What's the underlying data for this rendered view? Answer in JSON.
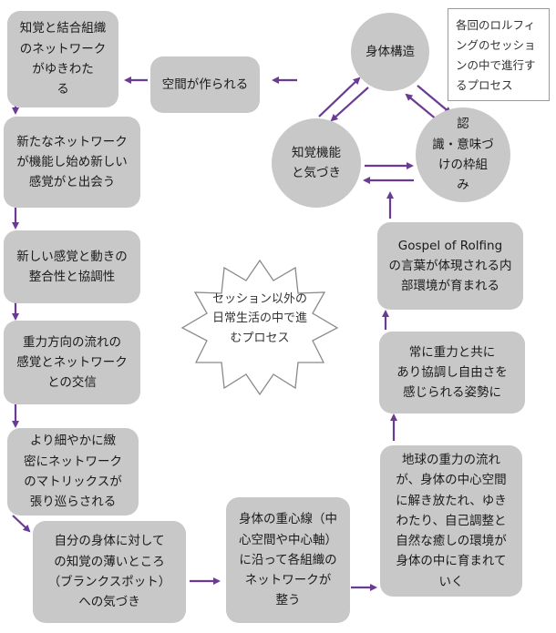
{
  "note": "各回のロルフィングのセッションの中で進行するプロセス",
  "cycle": {
    "top": "身体構造",
    "left": "知覚機能\nと気づき",
    "right": "認\n識・意味づ\nけの枠組\nみ"
  },
  "center": "セッション以外の\n日常生活の中で進\nむプロセス",
  "boxes": {
    "b1": "知覚と結合組織\nのネットワーク\nがゆきわた\nる",
    "b2": "新たなネットワーク\nが機能し始め新しい\n感覚がと出会う",
    "b3": "新しい感覚と動きの\n整合性と協調性",
    "b4": "重力方向の流れの\n感覚とネットワーク\nとの交信",
    "b5": "より細やかに緻\n密にネットワーク\nのマトリックスが\n張り巡らされる",
    "b6": "自分の身体に対して\nの知覚の薄いところ\n（ブランクスポット）\nへの気づき",
    "b7": "身体の重心線（中\n心空間や中心軸）\nに沿って各組織の\nネットワークが\n整う",
    "b8": "地球の重力の流れ\nが、身体の中心空間\nに解き放たれ、ゆき\nわたり、自己調整と\n自然な癒しの環境が\n身体の中に育まれて\nいく",
    "b9": "常に重力と共に\nあり協調し自由さを\n感じられる姿勢に",
    "b10": "Gospel of Rolfing\nの言葉が体現される内\n部環境が育まれる",
    "b11": "空間が作られる"
  },
  "colors": {
    "box": "#c8c8c8",
    "arrow": "#6b3b94"
  }
}
